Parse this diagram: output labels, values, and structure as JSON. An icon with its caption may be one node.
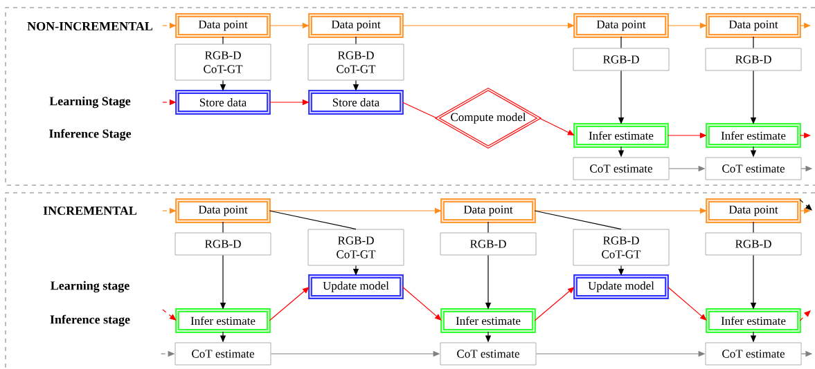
{
  "diagram": {
    "nodes": [
      {
        "text": [
          "Data point"
        ]
      },
      {
        "text": [
          "RGB-D CoT-GT"
        ]
      },
      {
        "text": [
          "Store data"
        ]
      },
      {
        "text": [
          "Data point"
        ]
      },
      {
        "text": [
          "RGB-D CoT-GT"
        ]
      },
      {
        "text": [
          "Store data"
        ]
      },
      {
        "text": [
          "Compute model"
        ]
      },
      {
        "text": [
          "Data point"
        ]
      },
      {
        "text": [
          "RGB-D"
        ]
      },
      {
        "text": [
          "Infer estimate"
        ]
      },
      {
        "text": [
          "CoT estimate"
        ]
      },
      {
        "text": [
          "Data point"
        ]
      },
      {
        "text": [
          "RGB-D"
        ]
      },
      {
        "text": [
          "Infer estimate"
        ]
      },
      {
        "text": [
          "CoT estimate"
        ]
      },
      {
        "text": [
          "Data point"
        ]
      },
      {
        "text": [
          "RGB-D"
        ]
      },
      {
        "text": [
          "Infer estimate"
        ]
      },
      {
        "text": [
          "CoT estimate"
        ]
      },
      {
        "text": [
          "RGB-D CoT-GT"
        ]
      },
      {
        "text": [
          "Update model"
        ]
      },
      {
        "text": [
          "Data point"
        ]
      },
      {
        "text": [
          "RGB-D"
        ]
      },
      {
        "text": [
          "Infer estimate"
        ]
      },
      {
        "text": [
          "CoT estimate"
        ]
      },
      {
        "text": [
          "RGB-D CoT-GT"
        ]
      },
      {
        "text": [
          "Update model"
        ]
      },
      {
        "text": [
          "Data point"
        ]
      },
      {
        "text": [
          "RGB-D"
        ]
      },
      {
        "text": [
          "Infer estimate"
        ]
      },
      {
        "text": [
          "CoT estimate"
        ]
      }
    ],
    "edges": [
      {
        "from": null,
        "to": 0,
        "arrow": "to",
        "style": "dashed",
        "color": "#ff8c1a"
      },
      {
        "from": 0,
        "to": 3,
        "arrow": "to",
        "color": "#ff8c1a"
      },
      {
        "from": 3,
        "to": 7,
        "arrow": "to",
        "color": "#ff8c1a"
      },
      {
        "from": 7,
        "to": 11,
        "arrow": "to",
        "color": "#ff8c1a"
      },
      {
        "from": 11,
        "to": null,
        "arrow": "to",
        "style": "dashed",
        "color": "#ff8c1a"
      },
      {
        "from": 0,
        "to": 1,
        "arrow": "none"
      },
      {
        "from": 1,
        "to": 2,
        "arrow": "to"
      },
      {
        "from": 3,
        "to": 4,
        "arrow": "none"
      },
      {
        "from": 4,
        "to": 5,
        "arrow": "to"
      },
      {
        "from": 7,
        "to": 8,
        "arrow": "none"
      },
      {
        "from": 8,
        "to": 9,
        "arrow": "to"
      },
      {
        "from": 11,
        "to": 12,
        "arrow": "none"
      },
      {
        "from": 12,
        "to": 13,
        "arrow": "to"
      },
      {
        "from": null,
        "to": 2,
        "arrow": "to",
        "style": "dashed",
        "color": "#ff0000"
      },
      {
        "from": 2,
        "to": 5,
        "arrow": "to",
        "color": "#ff0000"
      },
      {
        "from": 5,
        "to": 6,
        "arrow": "none",
        "color": "#ff0000"
      },
      {
        "from": 6,
        "to": 9,
        "arrow": "to",
        "color": "#ff0000"
      },
      {
        "from": 9,
        "to": 13,
        "arrow": "to",
        "color": "#ff0000"
      },
      {
        "from": 13,
        "to": null,
        "arrow": "to",
        "style": "dashed",
        "color": "#ff0000"
      },
      {
        "from": 9,
        "to": 10,
        "arrow": "to"
      },
      {
        "from": 13,
        "to": 14,
        "arrow": "to"
      },
      {
        "from": 10,
        "to": 14,
        "arrow": "to",
        "color": "#808080"
      },
      {
        "from": 14,
        "to": null,
        "arrow": "to",
        "style": "dashed",
        "color": "#808080"
      },
      {
        "from": null,
        "to": 15,
        "arrow": "to",
        "style": "dashed",
        "color": "#ff8c1a"
      },
      {
        "from": 15,
        "to": 21,
        "arrow": "to",
        "color": "#ff8c1a"
      },
      {
        "from": 21,
        "to": 27,
        "arrow": "to",
        "color": "#ff8c1a"
      },
      {
        "from": 27,
        "to": null,
        "arrow": "to",
        "style": "dashed",
        "color": "#ff8c1a"
      },
      {
        "from": 27,
        "to": null,
        "arrow": "to",
        "style": "dashed"
      },
      {
        "from": 15,
        "to": 16,
        "arrow": "none"
      },
      {
        "from": 16,
        "to": 17,
        "arrow": "to"
      },
      {
        "from": 15,
        "to": 19,
        "arrow": "none"
      },
      {
        "from": 19,
        "to": 20,
        "arrow": "to"
      },
      {
        "from": 21,
        "to": 22,
        "arrow": "none"
      },
      {
        "from": 22,
        "to": 23,
        "arrow": "to"
      },
      {
        "from": 21,
        "to": 25,
        "arrow": "none"
      },
      {
        "from": 25,
        "to": 26,
        "arrow": "to"
      },
      {
        "from": 27,
        "to": 28,
        "arrow": "none"
      },
      {
        "from": 28,
        "to": 29,
        "arrow": "to"
      },
      {
        "from": null,
        "to": 17,
        "arrow": "to",
        "style": "dashed",
        "color": "#ff0000"
      },
      {
        "from": 17,
        "to": 20,
        "arrow": "to",
        "color": "#ff0000"
      },
      {
        "from": 20,
        "to": 23,
        "arrow": "to",
        "color": "#ff0000"
      },
      {
        "from": 23,
        "to": 26,
        "arrow": "to",
        "color": "#ff0000"
      },
      {
        "from": 26,
        "to": 29,
        "arrow": "to",
        "color": "#ff0000"
      },
      {
        "from": 29,
        "to": null,
        "arrow": "to",
        "style": "dashed",
        "color": "#ff0000"
      },
      {
        "from": 17,
        "to": 18,
        "arrow": "to"
      },
      {
        "from": 23,
        "to": 24,
        "arrow": "to"
      },
      {
        "from": 29,
        "to": 30,
        "arrow": "to"
      },
      {
        "from": null,
        "to": 18,
        "arrow": "to",
        "style": "dashed",
        "color": "#808080"
      },
      {
        "from": 18,
        "to": 24,
        "arrow": "to",
        "color": "#808080"
      },
      {
        "from": 24,
        "to": 30,
        "arrow": "to",
        "color": "#808080"
      },
      {
        "from": 30,
        "to": null,
        "arrow": "to",
        "style": "dashed",
        "color": "#808080"
      }
    ],
    "labels": [
      "NON-INCREMENTAL",
      "Learning Stage",
      "Inference Stage",
      "INCREMENTAL",
      "Learning stage",
      "Inference stage"
    ]
  }
}
